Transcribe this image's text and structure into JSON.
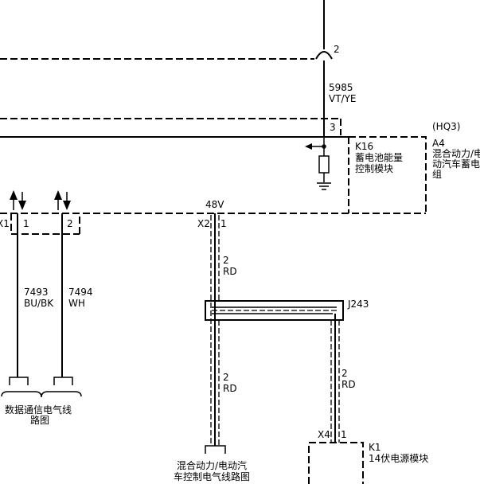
{
  "components": {
    "k16": {
      "id": "K16",
      "name": [
        "蓄电池能量",
        "控制模块"
      ],
      "pin": "3"
    },
    "a4": {
      "option": "(HQ3)",
      "id": "A4",
      "name": [
        "混合动力/电",
        "动汽车蓄电",
        "组"
      ]
    },
    "j243": {
      "id": "J243"
    },
    "k1": {
      "id": "K1",
      "name": "14伏电源模块",
      "connector": "X4",
      "pin": "1"
    }
  },
  "top_connector": {
    "pin": "2"
  },
  "top_wire": {
    "circuit": "5985",
    "color": "VT/YE"
  },
  "bus": {
    "label": "48V"
  },
  "left_connector": {
    "id": "X1",
    "pins": [
      "1",
      "2"
    ]
  },
  "x2_connector": {
    "id": "X2",
    "pin": "1"
  },
  "wires": {
    "data1": {
      "circuit": "7493",
      "color": "BU/BK"
    },
    "data2": {
      "circuit": "7494",
      "color": "WH"
    },
    "upper": {
      "gauge": "2",
      "color": "RD"
    },
    "lower_left": {
      "gauge": "2",
      "color": "RD"
    },
    "lower_right": {
      "gauge": "2",
      "color": "RD"
    }
  },
  "refs": {
    "data_comm": [
      "数据通信电气线",
      "路图"
    ],
    "hybrid_ctrl": [
      "混合动力/电动汽",
      "车控制电气线路图"
    ]
  }
}
